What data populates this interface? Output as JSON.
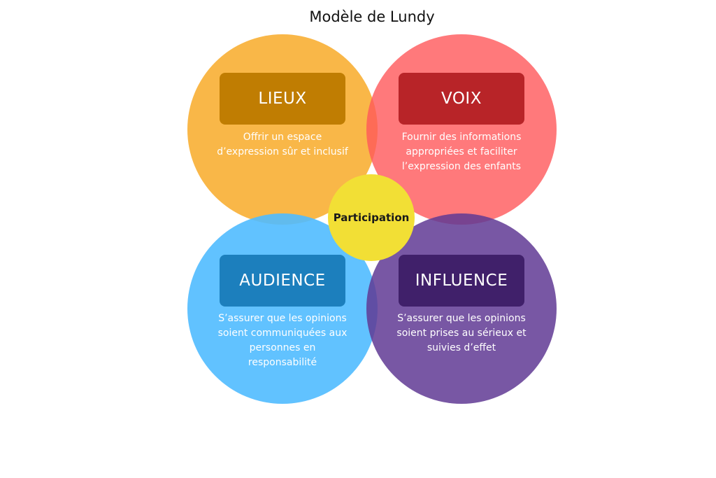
{
  "title": "Modèle de Lundy",
  "center": {
    "label": "Participation",
    "color": "#f2df35"
  },
  "quadrants": [
    {
      "label": "LIEUX",
      "description": "Offrir un espace d’expression sûr et inclusif",
      "circle_color": "rgba(248, 170, 40, 0.85)",
      "box_color": "#c07d02"
    },
    {
      "label": "VOIX",
      "description": "Fournir des informations appropriées et faciliter l’expression des enfants",
      "circle_color": "rgba(255, 88, 90, 0.8)",
      "box_color": "#b82428"
    },
    {
      "label": "AUDIENCE",
      "description": "S’assurer que les opinions soient communiquées aux personnes en responsabilité",
      "circle_color": "rgba(80, 187, 255, 0.9)",
      "box_color": "#1c7fbd"
    },
    {
      "label": "INFLUENCE",
      "description": "S’assurer que les opinions soient prises au sérieux et suivies d’effet",
      "circle_color": "rgba(96, 58, 148, 0.85)",
      "box_color": "#40206a"
    }
  ]
}
